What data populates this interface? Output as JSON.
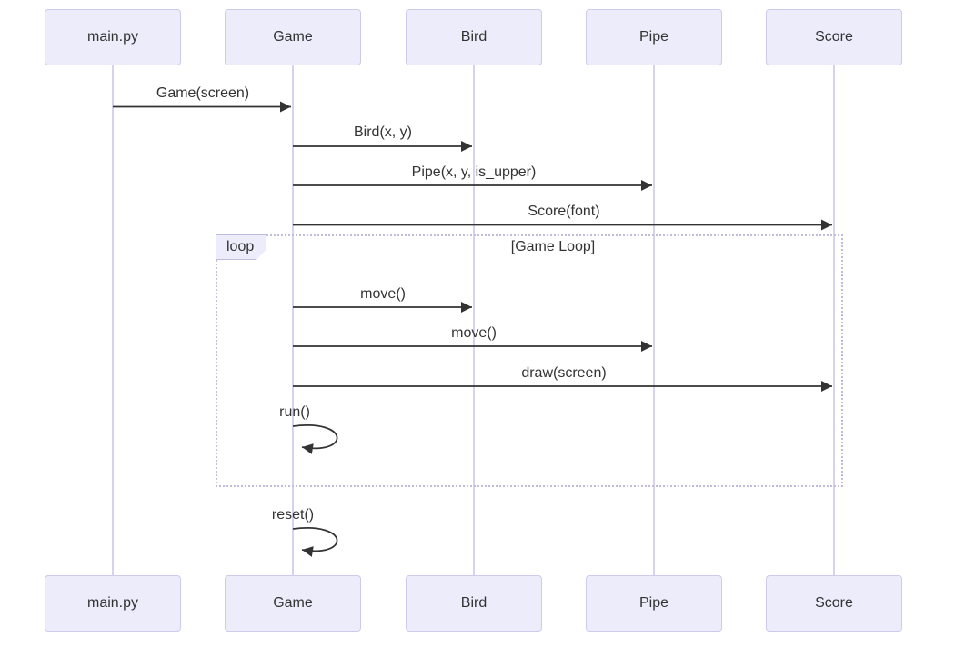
{
  "diagram_type": "sequence",
  "participants": [
    {
      "name": "main.py"
    },
    {
      "name": "Game"
    },
    {
      "name": "Bird"
    },
    {
      "name": "Pipe"
    },
    {
      "name": "Score"
    }
  ],
  "messages": [
    {
      "from": "main.py",
      "to": "Game",
      "label": "Game(screen)",
      "style": "solid-arrow"
    },
    {
      "from": "Game",
      "to": "Bird",
      "label": "Bird(x, y)",
      "style": "solid-arrow"
    },
    {
      "from": "Game",
      "to": "Pipe",
      "label": "Pipe(x, y, is_upper)",
      "style": "solid-arrow"
    },
    {
      "from": "Game",
      "to": "Score",
      "label": "Score(font)",
      "style": "solid-arrow"
    },
    {
      "from": "Game",
      "to": "Bird",
      "label": "move()",
      "style": "solid-arrow",
      "in_loop": true
    },
    {
      "from": "Game",
      "to": "Pipe",
      "label": "move()",
      "style": "solid-arrow",
      "in_loop": true
    },
    {
      "from": "Game",
      "to": "Score",
      "label": "draw(screen)",
      "style": "solid-arrow",
      "in_loop": true
    },
    {
      "from": "Game",
      "to": "Game",
      "label": "run()",
      "style": "self-arrow",
      "in_loop": true
    },
    {
      "from": "Game",
      "to": "Game",
      "label": "reset()",
      "style": "self-arrow"
    }
  ],
  "loop_block": {
    "keyword": "loop",
    "title": "[Game Loop]"
  },
  "colors": {
    "actor_fill": "#ececfb",
    "actor_border": "#cdcbeb",
    "lifeline": "#d6d3f0",
    "arrow": "#333333",
    "text": "#333333",
    "loop_border": "#bfbcdd"
  }
}
